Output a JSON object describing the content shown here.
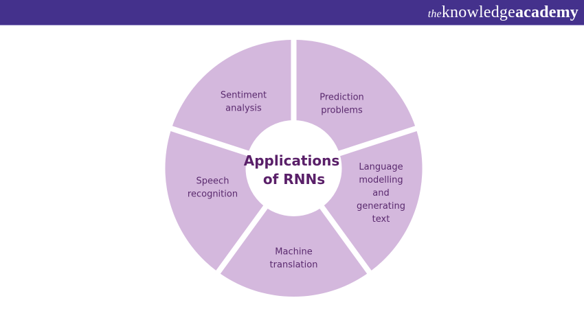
{
  "header": {
    "brand_prefix": "the",
    "brand_main": "knowledge",
    "brand_suffix": "academy"
  },
  "diagram": {
    "center_title": [
      "Applications",
      "of RNNs"
    ],
    "segment_color": "#d4b8dd",
    "text_color": "#5a2a6e",
    "header_color": "#44318c",
    "segments": [
      {
        "id": "prediction-problems",
        "lines": [
          "Prediction",
          "problems"
        ]
      },
      {
        "id": "language-modelling",
        "lines": [
          "Language",
          "modelling",
          "and",
          "generating",
          "text"
        ]
      },
      {
        "id": "machine-translation",
        "lines": [
          "Machine",
          "translation"
        ]
      },
      {
        "id": "speech-recognition",
        "lines": [
          "Speech",
          "recognition"
        ]
      },
      {
        "id": "sentiment-analysis",
        "lines": [
          "Sentiment",
          "analysis"
        ]
      }
    ]
  }
}
